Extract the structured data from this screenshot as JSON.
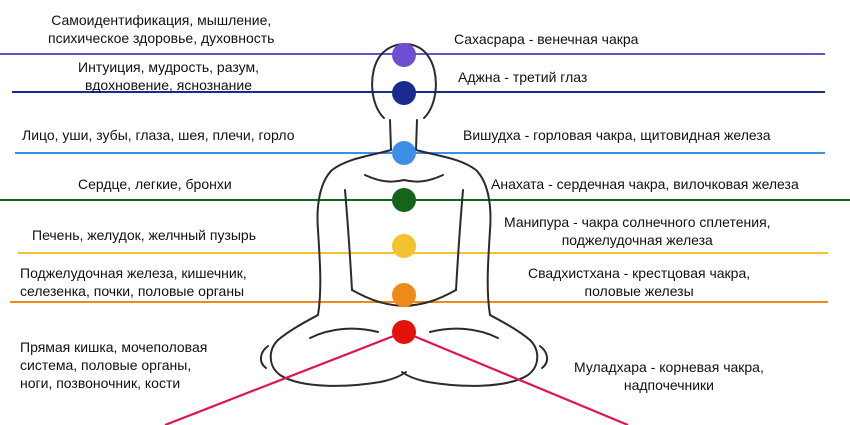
{
  "colors": {
    "violet": "#6f4fd1",
    "indigo": "#1b2a8f",
    "blue": "#3d8fe6",
    "green": "#14641a",
    "yellow": "#f2c230",
    "orange": "#ee8a1a",
    "red": "#e3120b",
    "body_outline": "#2b2b2b",
    "root_lines": "#e0154c"
  },
  "left": {
    "crown": [
      "Самоидентификация, мышление,",
      "психическое здоровье, духовность"
    ],
    "third_eye": [
      "Интуиция, мудрость, разум,",
      "вдохновение, яснознание"
    ],
    "throat": [
      "Лицо, уши, зубы, глаза, шея, плечи, горло"
    ],
    "heart": [
      "Сердце, легкие, бронхи"
    ],
    "solar": [
      "Печень, желудок, желчный пузырь"
    ],
    "sacral": [
      "Поджелудочная железа, кишечник,",
      "селезенка, почки, половые органы"
    ],
    "root": [
      "Прямая кишка, мочеполовая",
      "система, половые органы,",
      "ноги, позвоночник, кости"
    ]
  },
  "right": {
    "crown": [
      "Сахасрара -  венечная чакра"
    ],
    "third_eye": [
      "Аджна - третий глаз"
    ],
    "throat": [
      "Вишудха - горловая чакра, щитовидная железа"
    ],
    "heart": [
      "Анахата - сердечная чакра, вилочковая железа"
    ],
    "solar": [
      "Манипура - чакра солнечного сплетения,",
      "поджелудочная железа"
    ],
    "sacral": [
      "Свадхистхана - крестцовая чакра,",
      "половые железы"
    ],
    "root": [
      "Муладхара - корневая чакра,",
      "надпочечники"
    ]
  }
}
